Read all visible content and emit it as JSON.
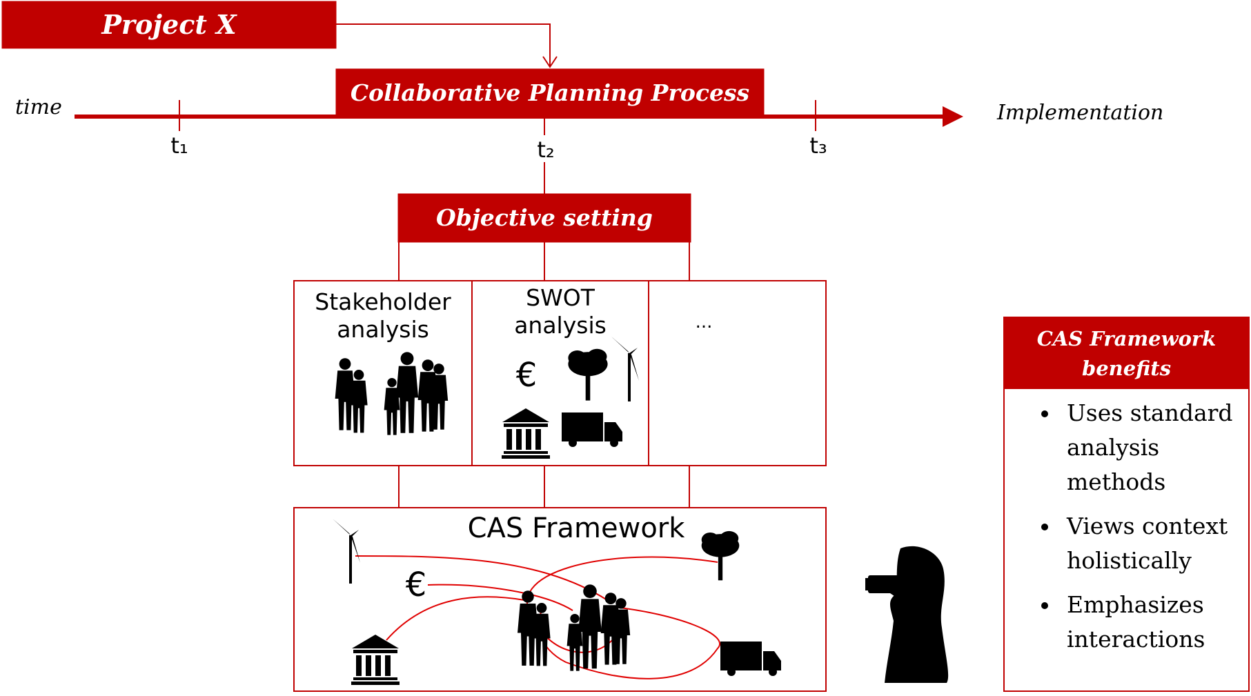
{
  "project": "Project X",
  "process": "Collaborative Planning Process",
  "timeline": {
    "start_label": "time",
    "end_label": "Implementation",
    "ticks": [
      "t₁",
      "t₂",
      "t₃"
    ]
  },
  "objective": "Objective setting",
  "analyses": [
    {
      "title": "Stakeholder analysis"
    },
    {
      "title": "SWOT analysis",
      "euro_symbol": "€"
    },
    {
      "title": "..."
    }
  ],
  "framework": {
    "title": "CAS Framework",
    "euro_symbol": "€"
  },
  "benefits": {
    "header": "CAS Framework benefits",
    "items": [
      "Uses standard analysis methods",
      "Views context holistically",
      "Emphasizes interactions"
    ]
  },
  "colors": {
    "accent": "#c00000"
  },
  "icons": [
    "people-icon",
    "euro-icon",
    "tree-icon",
    "wind-turbine-icon",
    "bank-icon",
    "truck-icon",
    "photographer-icon"
  ]
}
